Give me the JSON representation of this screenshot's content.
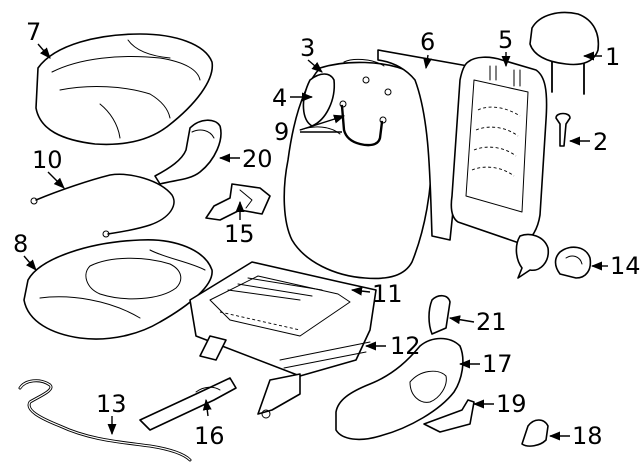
{
  "colors": {
    "line": "#000000",
    "background": "#ffffff"
  },
  "callouts": [
    {
      "id": "1",
      "label": "1"
    },
    {
      "id": "2",
      "label": "2"
    },
    {
      "id": "3",
      "label": "3"
    },
    {
      "id": "4",
      "label": "4"
    },
    {
      "id": "5",
      "label": "5"
    },
    {
      "id": "6",
      "label": "6"
    },
    {
      "id": "7",
      "label": "7"
    },
    {
      "id": "8",
      "label": "8"
    },
    {
      "id": "9",
      "label": "9"
    },
    {
      "id": "10",
      "label": "10"
    },
    {
      "id": "11",
      "label": "11"
    },
    {
      "id": "12",
      "label": "12"
    },
    {
      "id": "13",
      "label": "13"
    },
    {
      "id": "14",
      "label": "14"
    },
    {
      "id": "15",
      "label": "15"
    },
    {
      "id": "16",
      "label": "16"
    },
    {
      "id": "17",
      "label": "17"
    },
    {
      "id": "18",
      "label": "18"
    },
    {
      "id": "19",
      "label": "19"
    },
    {
      "id": "20",
      "label": "20"
    },
    {
      "id": "21",
      "label": "21"
    }
  ]
}
